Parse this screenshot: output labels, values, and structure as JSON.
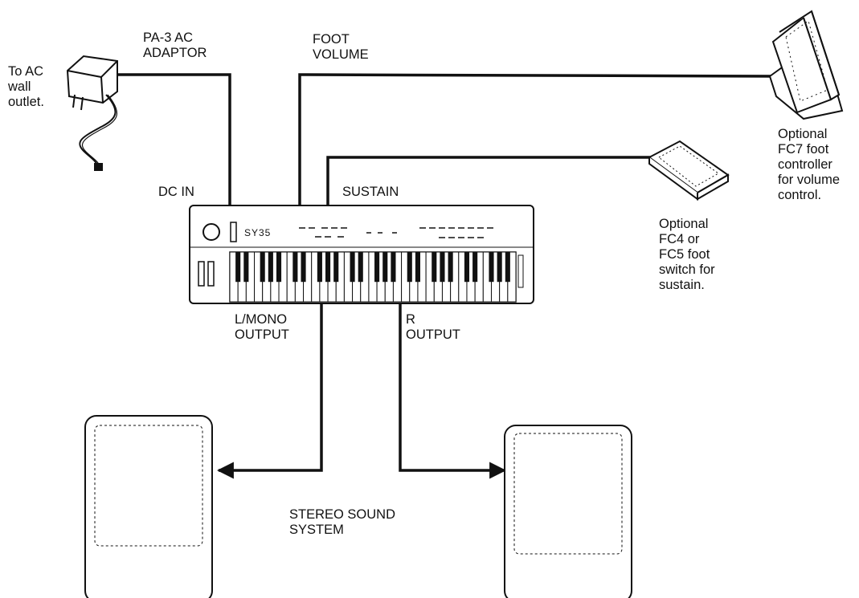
{
  "labels": {
    "ac_outlet": "To AC\nwall\noutlet.",
    "adaptor": "PA-3 AC\nADAPTOR",
    "foot_volume": "FOOT\nVOLUME",
    "dc_in": "DC IN",
    "sustain": "SUSTAIN",
    "fc7_desc": "Optional\nFC7 foot\ncontroller\nfor volume\ncontrol.",
    "fc4_desc": "Optional\nFC4 or\nFC5 foot\nswitch for\nsustain.",
    "l_mono_output": "L/MONO\nOUTPUT",
    "r_output": "R\nOUTPUT",
    "stereo_system": "STEREO SOUND\nSYSTEM",
    "keyboard_logo": "SY35"
  },
  "keyboard": {
    "white_key_count": 35
  },
  "colors": {
    "line": "#111111",
    "fill": "#ffffff",
    "key_black": "#111111"
  }
}
